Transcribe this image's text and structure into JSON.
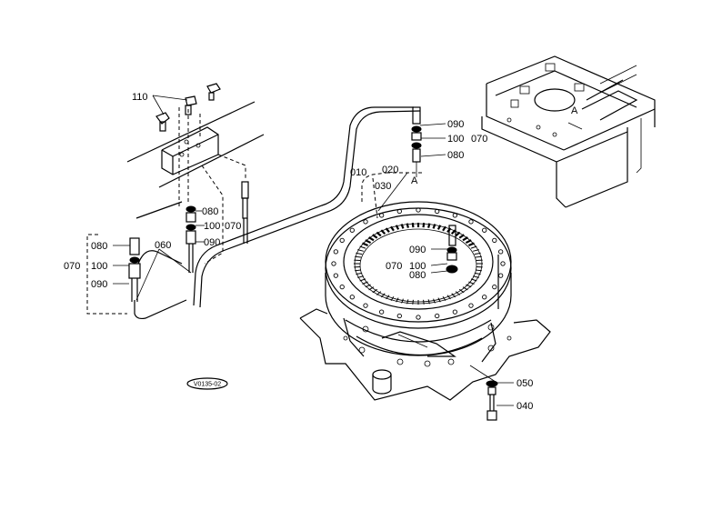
{
  "diagram": {
    "labels": {
      "p110": "110",
      "p010": "010",
      "p020": "020",
      "p030": "030",
      "p040": "040",
      "p050": "050",
      "p060": "060",
      "p070_left": "070",
      "p080_left": "080",
      "p090_left": "090",
      "p100_left": "100",
      "p080_mid": "080",
      "p100_mid": "100",
      "p070_mid": "070",
      "p090_mid": "090",
      "p090_top": "090",
      "p100_top": "100",
      "p070_top": "070",
      "p080_top": "080",
      "p090_ring": "090",
      "p070_ring": "070",
      "p100_ring": "100",
      "p080_ring": "080",
      "view_a_top": "A",
      "view_a_right": "A",
      "drawing_id": "V0135-02"
    }
  }
}
